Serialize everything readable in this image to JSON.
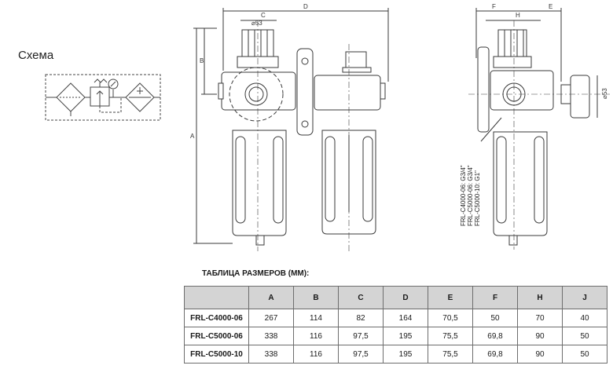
{
  "schema": {
    "title": "Схема"
  },
  "drawing": {
    "dims": {
      "A": "A",
      "B": "B",
      "C": "C",
      "D": "D",
      "F": "F",
      "H": "H",
      "E": "E",
      "phi_C": "⌀53",
      "phi_side": "⌀53"
    },
    "ports": [
      "FRL-C4000-06: G3/4\"",
      "FRL-C5000-06: G3/4\"",
      "FRL-C5000-10: G1\""
    ]
  },
  "table": {
    "caption": "ТАБЛИЦА РАЗМЕРОВ (ММ):",
    "columns": [
      "",
      "A",
      "B",
      "C",
      "D",
      "E",
      "F",
      "H",
      "J"
    ],
    "rows": [
      {
        "model": "FRL-C4000-06",
        "values": [
          "267",
          "114",
          "82",
          "164",
          "70,5",
          "50",
          "70",
          "40"
        ]
      },
      {
        "model": "FRL-C5000-06",
        "values": [
          "338",
          "116",
          "97,5",
          "195",
          "75,5",
          "69,8",
          "90",
          "50"
        ]
      },
      {
        "model": "FRL-C5000-10",
        "values": [
          "338",
          "116",
          "97,5",
          "195",
          "75,5",
          "69,8",
          "90",
          "50"
        ]
      }
    ]
  }
}
